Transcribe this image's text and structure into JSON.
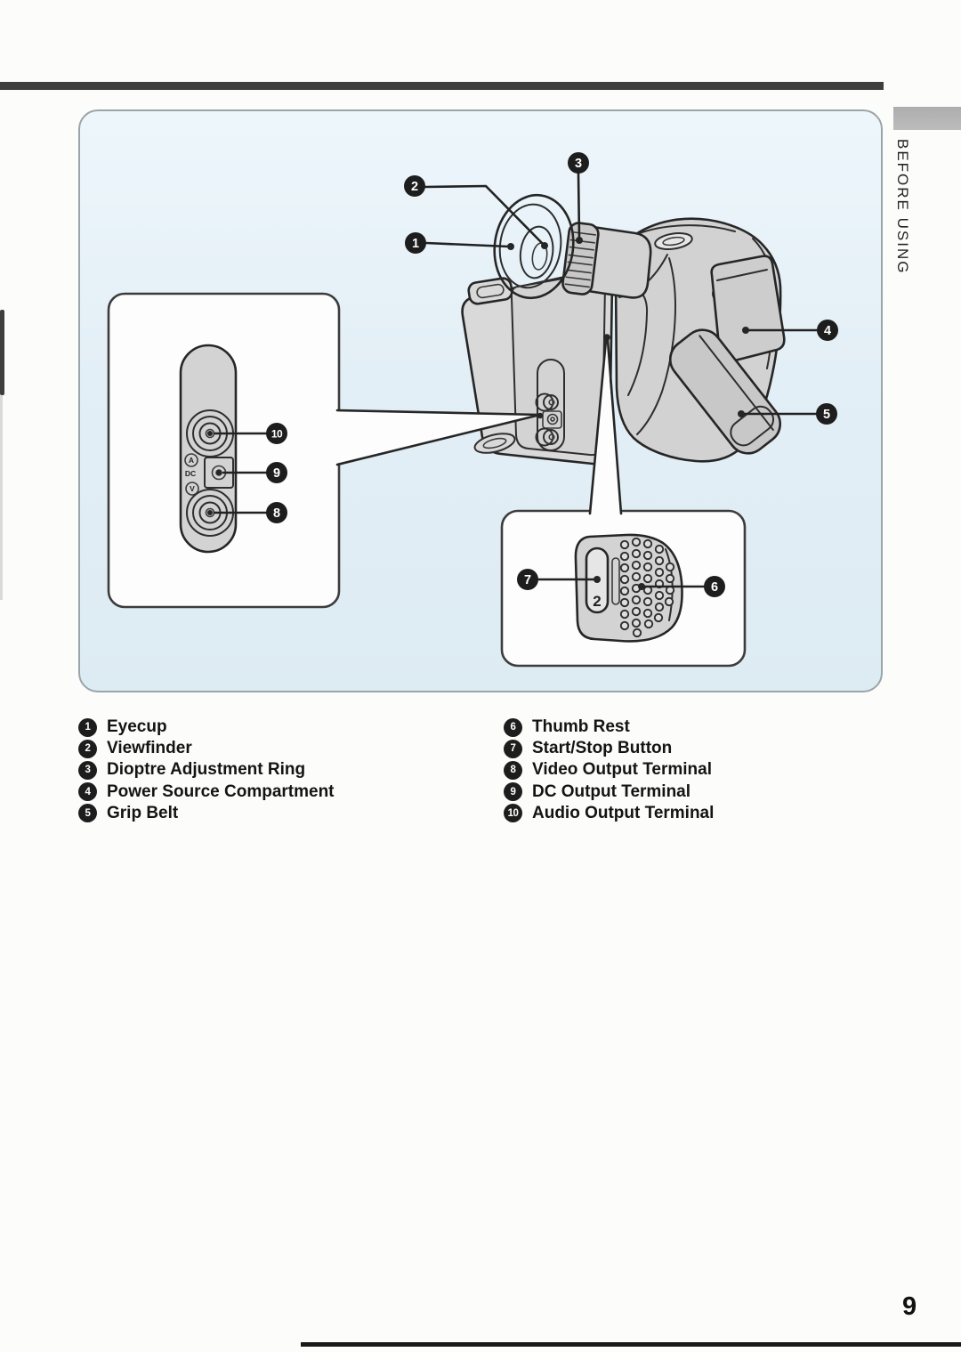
{
  "page": {
    "number": "9",
    "side_tab": "BEFORE USING"
  },
  "parts": [
    {
      "num": "1",
      "label": "Eyecup"
    },
    {
      "num": "2",
      "label": "Viewfinder"
    },
    {
      "num": "3",
      "label": "Dioptre Adjustment Ring"
    },
    {
      "num": "4",
      "label": "Power Source Compartment"
    },
    {
      "num": "5",
      "label": "Grip Belt"
    },
    {
      "num": "6",
      "label": "Thumb Rest"
    },
    {
      "num": "7",
      "label": "Start/Stop Button"
    },
    {
      "num": "8",
      "label": "Video Output Terminal"
    },
    {
      "num": "9",
      "label": "DC Output Terminal"
    },
    {
      "num": "10",
      "label": "Audio Output Terminal"
    }
  ],
  "diagram": {
    "jack_labels": {
      "audio": "A",
      "dc": "DC",
      "video": "V"
    },
    "start_stop_button_label": "2"
  },
  "colors": {
    "panel_bg": "#e6f1f8",
    "line_art": "#262626",
    "callout_bg": "#1d1d1d",
    "tab": "#b2b2b2",
    "top_bar": "#3e3e3e"
  }
}
